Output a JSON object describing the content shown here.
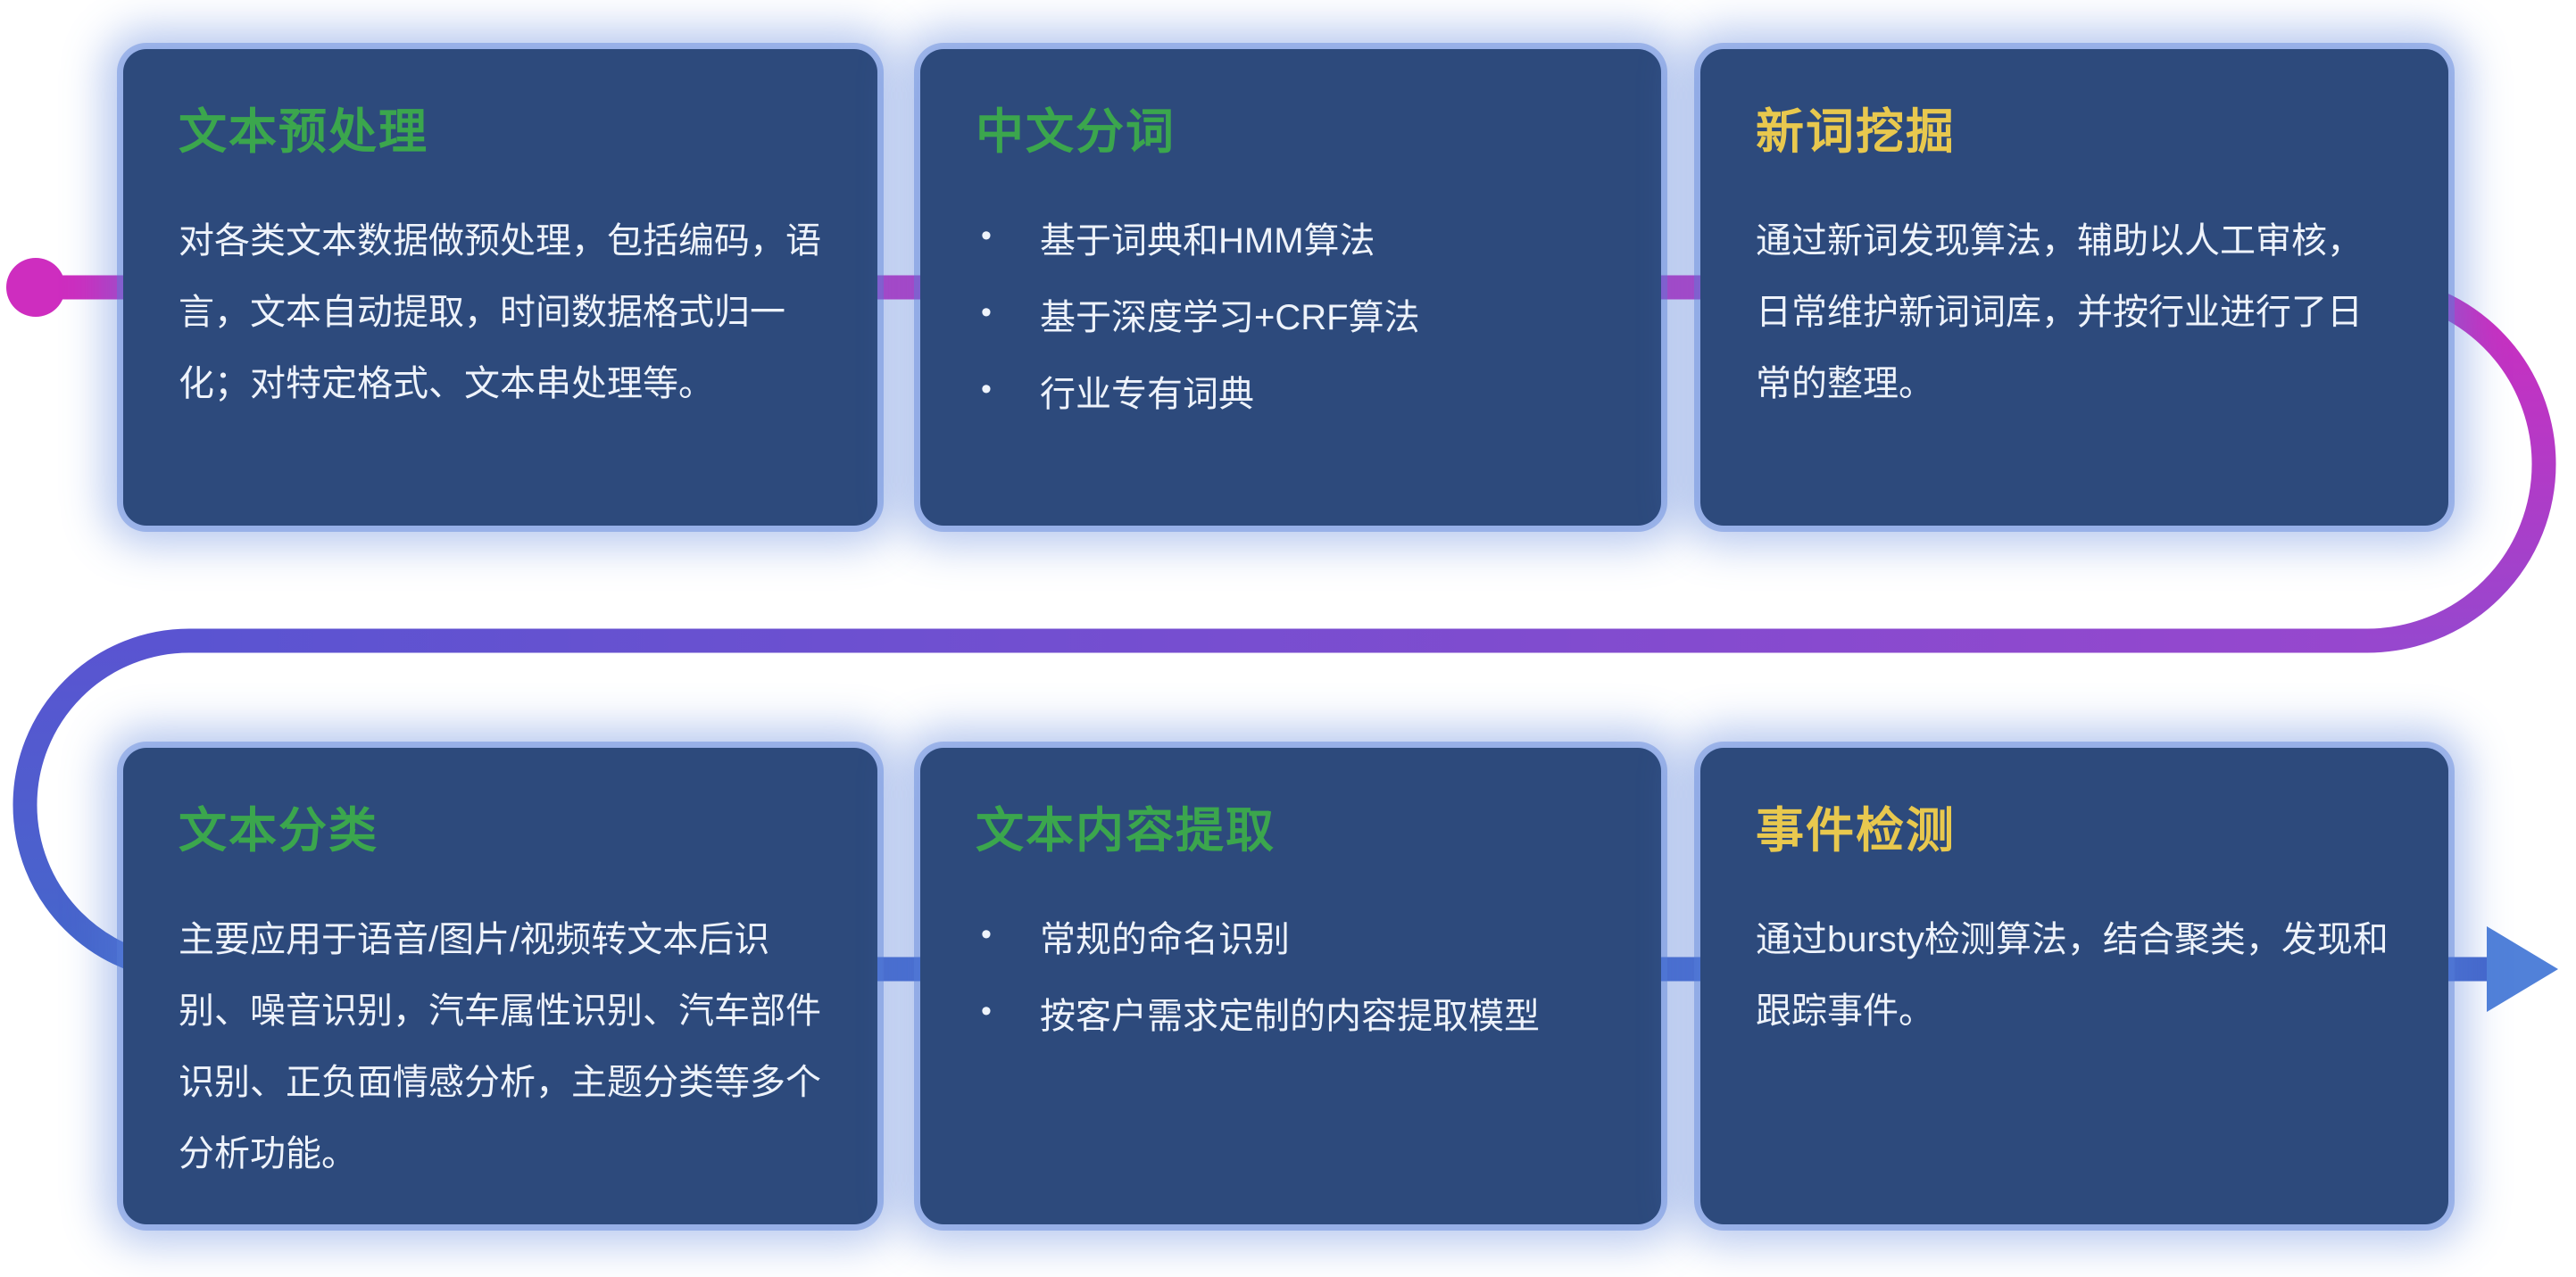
{
  "ui": {
    "bullet_char": "•"
  },
  "colors": {
    "card_bg": "#2d4a7c",
    "card_glow": "#567ed8",
    "title_green": "#3ba64d",
    "title_yellow": "#e8c84e",
    "body_text": "#eef3fb",
    "path_magenta": "#ce2dbf",
    "path_purple": "#9747ce",
    "path_blue": "#4467cb",
    "arrow_blue": "#5181d9"
  },
  "cards": [
    {
      "id": "text-preprocessing",
      "title": "文本预处理",
      "title_color": "green",
      "body": "对各类文本数据做预处理，包括编码，语言，文本自动提取，时间数据格式归一化；对特定格式、文本串处理等。"
    },
    {
      "id": "chinese-word-segmentation",
      "title": "中文分词",
      "title_color": "green",
      "bullets": [
        "基于词典和HMM算法",
        "基于深度学习+CRF算法",
        "行业专有词典"
      ]
    },
    {
      "id": "new-word-mining",
      "title": "新词挖掘",
      "title_color": "yellow",
      "body": "通过新词发现算法，辅助以人工审核，日常维护新词词库，并按行业进行了日常的整理。"
    },
    {
      "id": "text-classification",
      "title": "文本分类",
      "title_color": "green",
      "body": "主要应用于语音/图片/视频转文本后识别、噪音识别，汽车属性识别、汽车部件识别、正负面情感分析，主题分类等多个分析功能。"
    },
    {
      "id": "text-content-extraction",
      "title": "文本内容提取",
      "title_color": "green",
      "bullets": [
        "常规的命名识别",
        "按客户需求定制的内容提取模型"
      ]
    },
    {
      "id": "event-detection",
      "title": "事件检测",
      "title_color": "yellow",
      "body": "通过bursty检测算法，结合聚类，发现和跟踪事件。"
    }
  ]
}
